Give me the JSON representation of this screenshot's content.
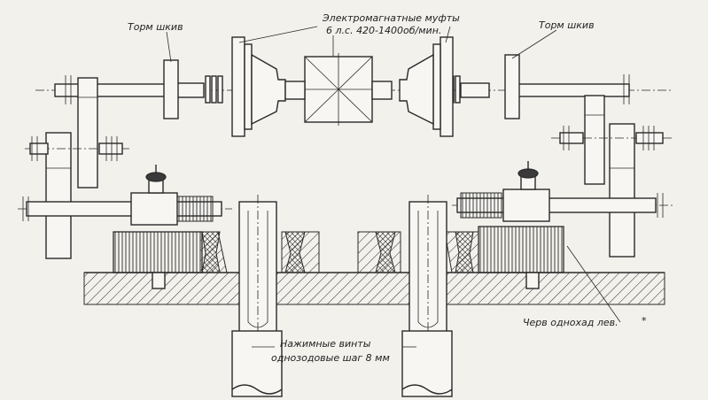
{
  "labels": {
    "brake_pulley_left": "Торм шкив",
    "brake_pulley_right": "Торм шкив",
    "clutches_line1": "Электромагнатные муфты",
    "clutches_line2": "6 л.с. 420-1400об/мин.",
    "worm": "Черв однохад лев.",
    "worm_mark": "*",
    "screws_line1": "Нажимные винты",
    "screws_line2": "однозодовые шаг 8 мм"
  },
  "colors": {
    "ink": "#2a2a2a",
    "paper": "#f3f1ec"
  }
}
